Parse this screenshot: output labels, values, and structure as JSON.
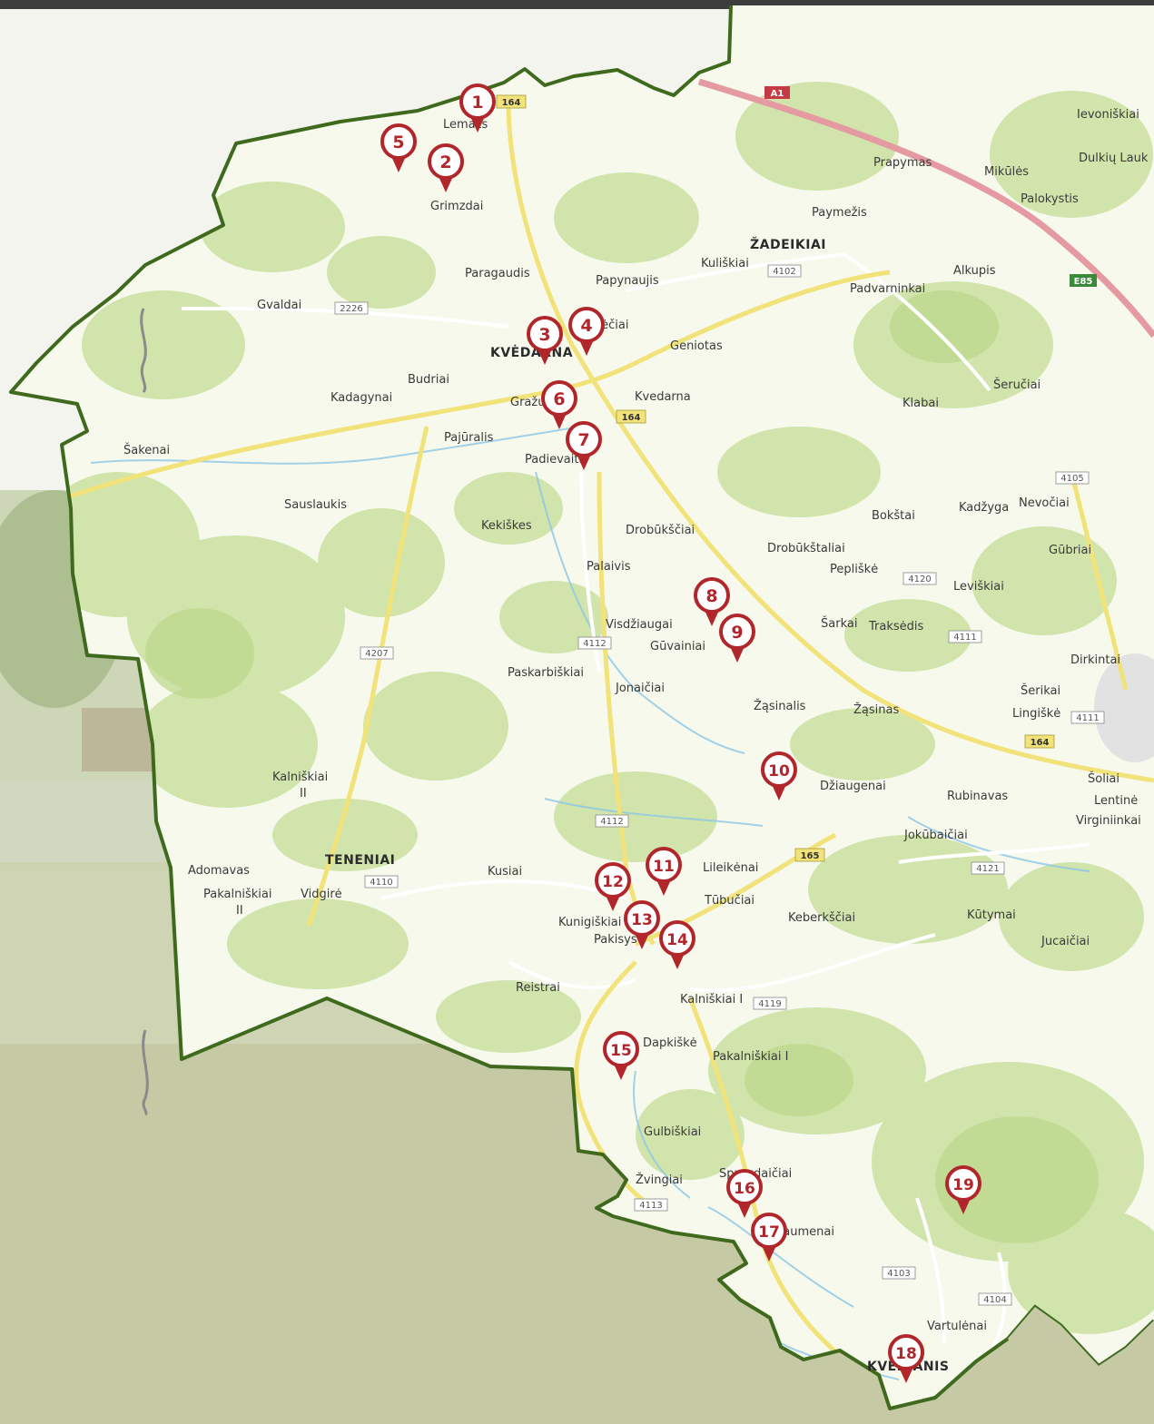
{
  "colors": {
    "boundary": "#3f6a1e",
    "marker": "#b1262b",
    "forest": "#cfe3a8",
    "field": "#f6f9ec",
    "road_yellow": "#f2e27a",
    "highway": "#e49aa0"
  },
  "markers": [
    "1",
    "2",
    "3",
    "4",
    "5",
    "6",
    "7",
    "8",
    "9",
    "10",
    "11",
    "12",
    "13",
    "14",
    "15",
    "16",
    "17",
    "18",
    "19"
  ],
  "places": {
    "lemaz": "Lemažs",
    "grimzdai": "Grimzdai",
    "paragaudis": "Paragaudis",
    "papynaujis": "Papynaujis",
    "gvaldai": "Gvaldai",
    "kvedarna_town": "KVĖDARNA",
    "kalnenai": "Kalnėčiai",
    "geniotas": "Geniotas",
    "budriai": "Budriai",
    "kadagynai": "Kadagynai",
    "grazuzai": "Gražuzai",
    "kvedarna": "Kvedarna",
    "pajuralis": "Pajūralis",
    "padievaitis": "Padievaitis",
    "sakenai": "Šakenai",
    "sauslaukis": "Sauslaukis",
    "kekiskes": "Kekiškes",
    "drobukscaia": "Drobūkščiai",
    "palaivis": "Palaivis",
    "visdziaugai": "Visdžiaugai",
    "guvainiai": "Gūvainiai",
    "paskarbiskiai": "Paskarbiškiai",
    "jonaiciai": "Jonaičiai",
    "zasinalis": "Žąsinalis",
    "zasinas": "Žąsinas",
    "dziaugenai": "Džiaugenai",
    "kalniskiai2": "Kalniškiai",
    "kalniskiai2b": "II",
    "teneniai": "TENENIAI",
    "adomavas": "Adomavas",
    "pakalniskiai2": "Pakalniškiai",
    "pakalniskiai2b": "II",
    "vidgire": "Vidgirė",
    "kusiai": "Kusiai",
    "lileikenai": "Lileikėnai",
    "tubuciai": "Tūbučiai",
    "keberksciai": "Keberkščiai",
    "kunigiskiai": "Kunigiškiai",
    "pakisys": "Pakisys",
    "reistrai": "Reistrai",
    "kalniskiai1": "Kalniškiai I",
    "dapkiske": "Dapkiškė",
    "pakalniskiai1": "Pakalniškiai I",
    "gulbiskiai": "Gulbiškiai",
    "zvingiai": "Žvingiai",
    "spraudaiciai": "Spraudaičiai",
    "laumenai": "Laumenai",
    "vartulenai": "Vartulėnai",
    "kveidaniai": "KVEIDANIS",
    "ievoniskiai": "Ievoniškiai",
    "dulkiu_lauk": "Dulkių Lauk",
    "prapymas": "Prapymas",
    "mikules": "Mikūlės",
    "palokystis": "Palokystis",
    "paymezis": "Paymežis",
    "zadeikiai": "ŽADEIKIAI",
    "kuliskiai": "Kuliškiai",
    "alkupis": "Alkupis",
    "padvarninkai": "Padvarninkai",
    "seruciai": "Šeručiai",
    "klabai": "Klabai",
    "bokstai": "Bokštai",
    "kadzyga": "Kadžyga",
    "nevociai": "Nevočiai",
    "gubriai": "Gūbriai",
    "drobukstaliai": "Drobūkštaliai",
    "pepliske": "Pepliškė",
    "leviskiai": "Leviškiai",
    "sarkai": "Šarkai",
    "traksedis": "Traksėdis",
    "dirkintai": "Dirkintai",
    "serikai": "Šerikai",
    "lingiske": "Lingiškė",
    "rubinavas": "Rubinavas",
    "soliai": "Šoliai",
    "lentine": "Lentinė",
    "vinginiinkai": "Virginiinkai",
    "jokubaiciai": "Jokūbaičiai",
    "kutymai": "Kūtymai",
    "jucaiciai": "Jucaičiai"
  },
  "roads": {
    "r164a": "164",
    "r164b": "164",
    "r164c": "164",
    "r165": "165",
    "rA1": "A1",
    "rE85": "E85",
    "r2226": "2226",
    "r4102": "4102",
    "r4207": "4207",
    "r4112a": "4112",
    "r4112b": "4112",
    "r4110": "4110",
    "r4119": "4119",
    "r4113": "4113",
    "r4103": "4103",
    "r4104": "4104",
    "r4105": "4105",
    "r4120": "4120",
    "r4111a": "4111",
    "r4111b": "4111",
    "r4121": "4121"
  }
}
